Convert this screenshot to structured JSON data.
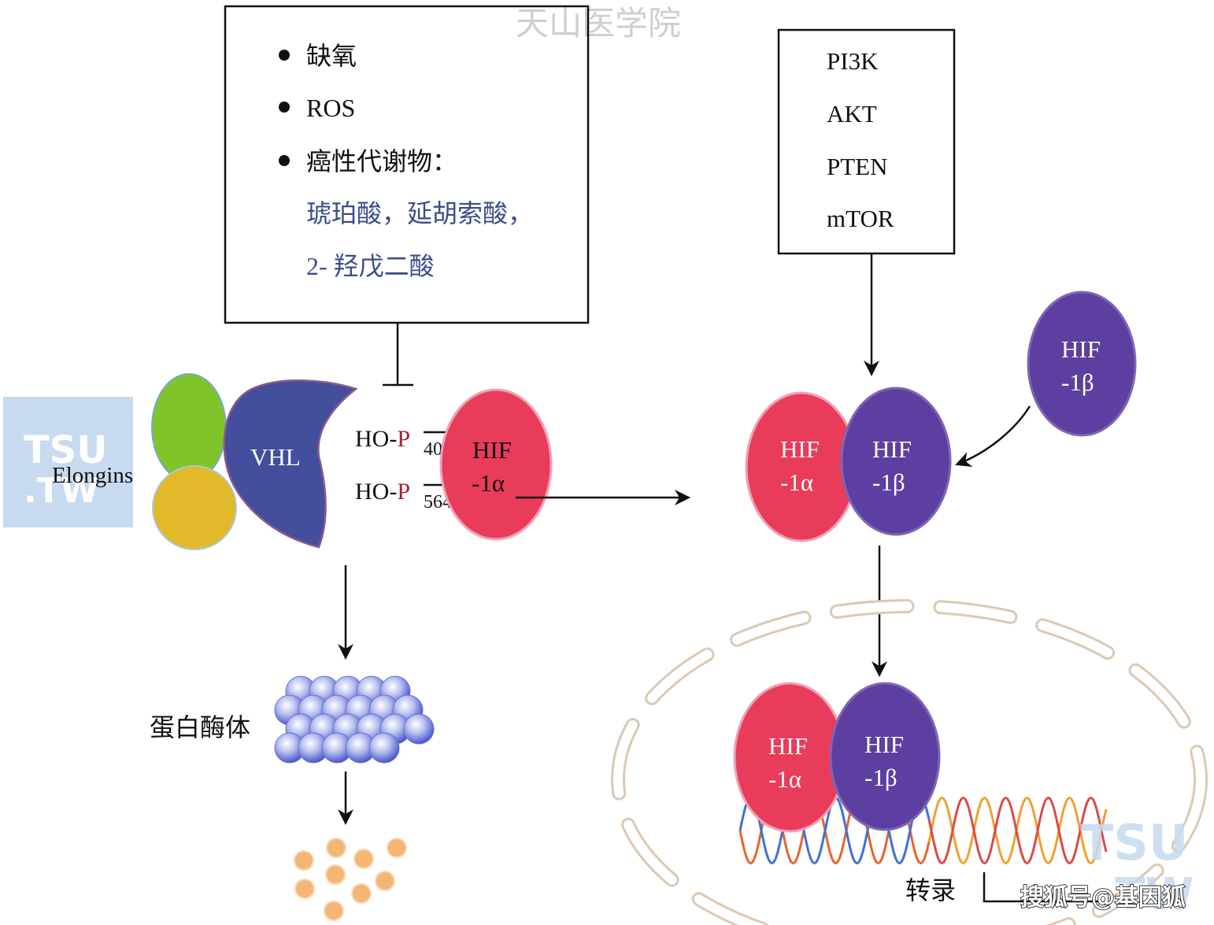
{
  "watermark_top": "天山医学院",
  "watermark_tsu": {
    "line1": "TSU",
    "line2": ".TW"
  },
  "watermark_bottom_right": "搜狐号@基因狐",
  "inhibitor_box": {
    "items": [
      "缺氧",
      "ROS",
      "癌性代谢物："
    ],
    "metabolites_line1": "琥珀酸，延胡索酸，",
    "metabolites_line2": "2- 羟戊二酸"
  },
  "pathway_box": {
    "items": [
      "PI3K",
      "AKT",
      "PTEN",
      "mTOR"
    ]
  },
  "complex": {
    "elongins_label": "Elongins",
    "vhl_label": "VHL",
    "ho_p_402": {
      "prefix": "HO-",
      "p": "P",
      "site": "402"
    },
    "ho_p_564": {
      "prefix": "HO-",
      "p": "P",
      "site": "564"
    },
    "hif1a_line1": "HIF",
    "hif1a_line2": "-1α"
  },
  "proteasome_label": "蛋白酶体",
  "hif": {
    "alpha_line1": "HIF",
    "alpha_line2": "-1α",
    "beta_line1": "HIF",
    "beta_line2": "-1β"
  },
  "transcription_label": "转录",
  "colors": {
    "hif_alpha": "#e93c5a",
    "hif_beta": "#5c3fa0",
    "vhl": "#434e9c",
    "elongin_green": "#7fc52a",
    "elongin_yellow": "#e2b928",
    "metabolite_text": "#3a4d8a",
    "phospho_p": "#9b2335",
    "fragments": "#f5b574",
    "nucleus": "#dcc8b4",
    "watermark_blue": "#c7daf0"
  }
}
